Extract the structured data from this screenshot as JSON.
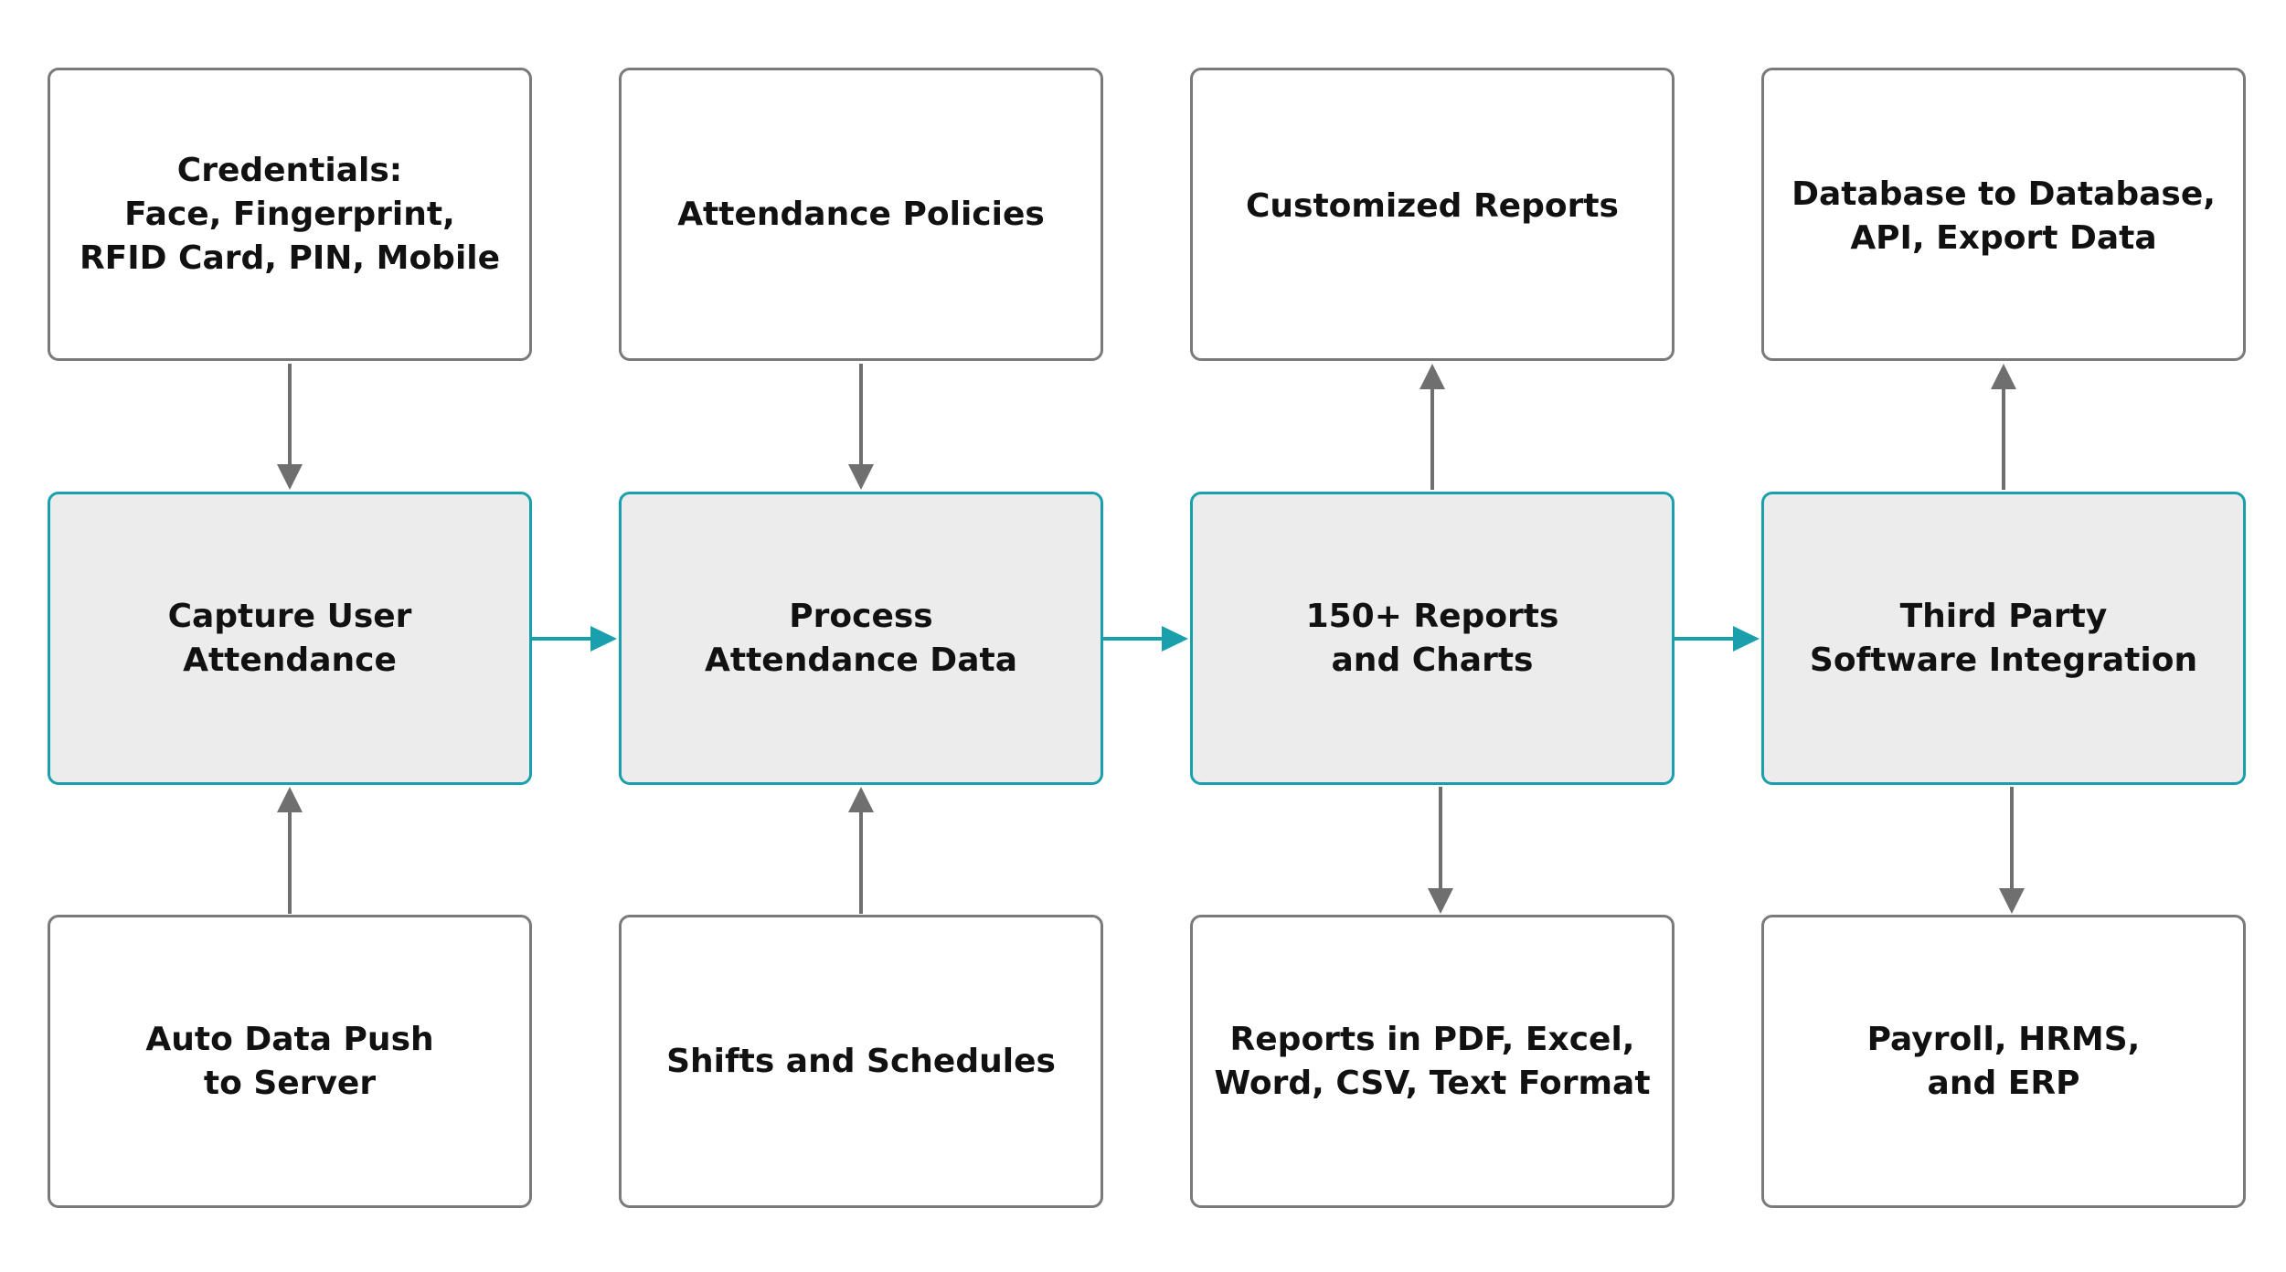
{
  "colors": {
    "main_border": "#1aa0ad",
    "main_fill": "#ececec",
    "outer_border": "#7a7a7a",
    "arrow_gray": "#6f6f6f",
    "arrow_teal": "#1aa0ad"
  },
  "top_boxes": [
    {
      "label": "Credentials:\nFace, Fingerprint,\nRFID Card, PIN, Mobile"
    },
    {
      "label": "Attendance Policies"
    },
    {
      "label": "Customized Reports"
    },
    {
      "label": "Database to Database,\nAPI, Export Data"
    }
  ],
  "main_boxes": [
    {
      "label": "Capture User\nAttendance"
    },
    {
      "label": "Process\nAttendance Data"
    },
    {
      "label": "150+ Reports\nand Charts"
    },
    {
      "label": "Third Party\nSoftware Integration"
    }
  ],
  "bottom_boxes": [
    {
      "label": "Auto Data Push\nto Server"
    },
    {
      "label": "Shifts and Schedules"
    },
    {
      "label": "Reports in PDF, Excel,\nWord, CSV, Text Format"
    },
    {
      "label": "Payroll, HRMS,\nand ERP"
    }
  ]
}
